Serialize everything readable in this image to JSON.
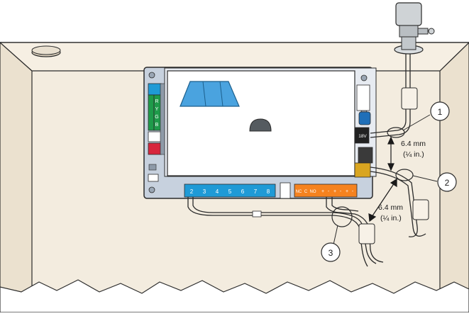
{
  "terminals": {
    "zones": [
      "2",
      "3",
      "4",
      "5",
      "6",
      "7",
      "8"
    ],
    "relay": [
      "NC",
      "C",
      "NO"
    ],
    "power": [
      "+",
      "-",
      "+",
      "-",
      "+",
      "-"
    ],
    "bus_left": [
      "R",
      "Y",
      "G",
      "B"
    ],
    "battery": "18V"
  },
  "callouts": [
    {
      "number": "1"
    },
    {
      "number": "2"
    },
    {
      "number": "3"
    }
  ],
  "measurements": [
    {
      "value": "6.4 mm",
      "imperial": "(¼ in.)"
    },
    {
      "value": "6.4 mm",
      "imperial": "(¼ in.)"
    }
  ],
  "colors": {
    "wall": "#f3ecdf",
    "wall_shadow": "#ebe1cf",
    "outline": "#2b2b2b",
    "board": "#c7d1de",
    "screen": "#ffffff",
    "blue_terminal": "#1f9ad6",
    "orange_terminal": "#f5821f",
    "green_terminal": "#1e9b4a",
    "red_terminal": "#d7263d",
    "lcd_blue": "#4aa3df"
  }
}
